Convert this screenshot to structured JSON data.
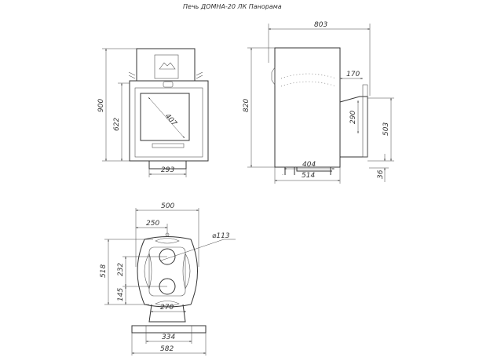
{
  "title": "Печь ДОМНА-20 ЛК Панорама",
  "front_view": {
    "height_total": "900",
    "height_body": "622",
    "glass_diagonal": "407",
    "base_width": "293"
  },
  "side_view": {
    "depth_total": "803",
    "height": "820",
    "tunnel_length": "170",
    "door_height": "290",
    "tunnel_height": "503",
    "leg_height": "36",
    "legs_span": "404",
    "body_depth": "514"
  },
  "top_view": {
    "width": "500",
    "half_width": "250",
    "chimney_diameter": "⌀113",
    "depth": "518",
    "hole_spacing": "232",
    "hole_offset": "145",
    "tunnel_width": "270",
    "base_inner": "334",
    "base_outer": "582"
  }
}
